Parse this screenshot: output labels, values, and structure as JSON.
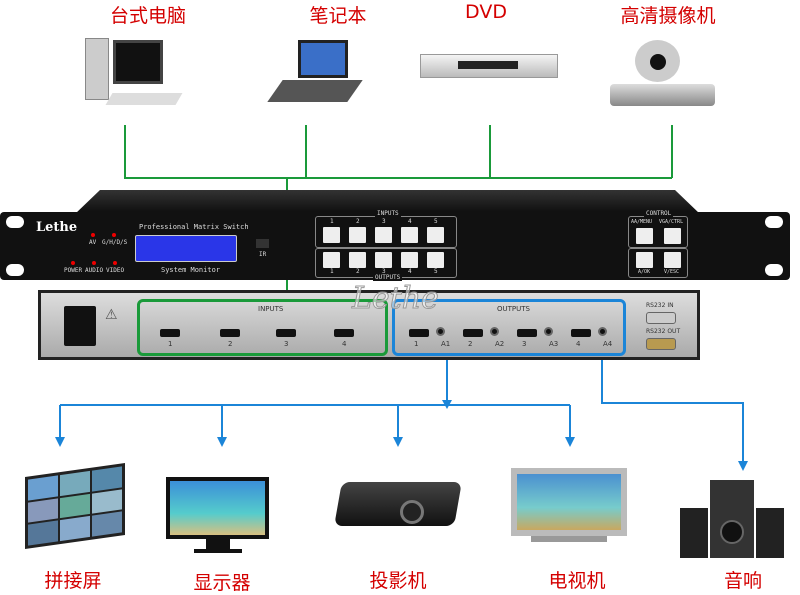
{
  "sources": [
    {
      "label": "台式电脑",
      "icon": "desktop-pc-icon"
    },
    {
      "label": "笔记本",
      "icon": "laptop-icon"
    },
    {
      "label": "DVD",
      "icon": "dvd-player-icon"
    },
    {
      "label": "高清摄像机",
      "icon": "hd-camera-icon"
    }
  ],
  "destinations": [
    {
      "label": "拼接屏",
      "icon": "video-wall-icon"
    },
    {
      "label": "显示器",
      "icon": "monitor-icon"
    },
    {
      "label": "投影机",
      "icon": "projector-icon"
    },
    {
      "label": "电视机",
      "icon": "tv-icon"
    },
    {
      "label": "音响",
      "icon": "speakers-icon"
    }
  ],
  "front_panel": {
    "brand": "Lethe",
    "title": "Professional Matrix Switch",
    "subtitle": "System Monitor",
    "ir": "IR",
    "leds": [
      "AV",
      "G/H/D/S",
      "POWER",
      "AUDIO",
      "VIDEO"
    ],
    "inputs_label": "INPUTS",
    "outputs_label": "OUTPUTS",
    "input_numbers": [
      "1",
      "2",
      "3",
      "4",
      "5"
    ],
    "output_numbers": [
      "1",
      "2",
      "3",
      "4",
      "5"
    ],
    "control_label": "CONTROL",
    "control_buttons": [
      "AA/MENU",
      "VGA/CTRL",
      "A/OK",
      "V/ESC"
    ]
  },
  "rear_panel": {
    "watermark": "Lethe",
    "inputs_label": "INPUTS",
    "outputs_label": "OUTPUTS",
    "inputs": [
      "1",
      "2",
      "3",
      "4"
    ],
    "outputs": [
      "1",
      "A1",
      "2",
      "A2",
      "3",
      "A3",
      "4",
      "A4"
    ],
    "rs232_in": "RS232 IN",
    "rs232_out": "RS232 OUT"
  },
  "colors": {
    "label": "#d40000",
    "input_line": "#1a9a3a",
    "output_line": "#1b85d8"
  }
}
